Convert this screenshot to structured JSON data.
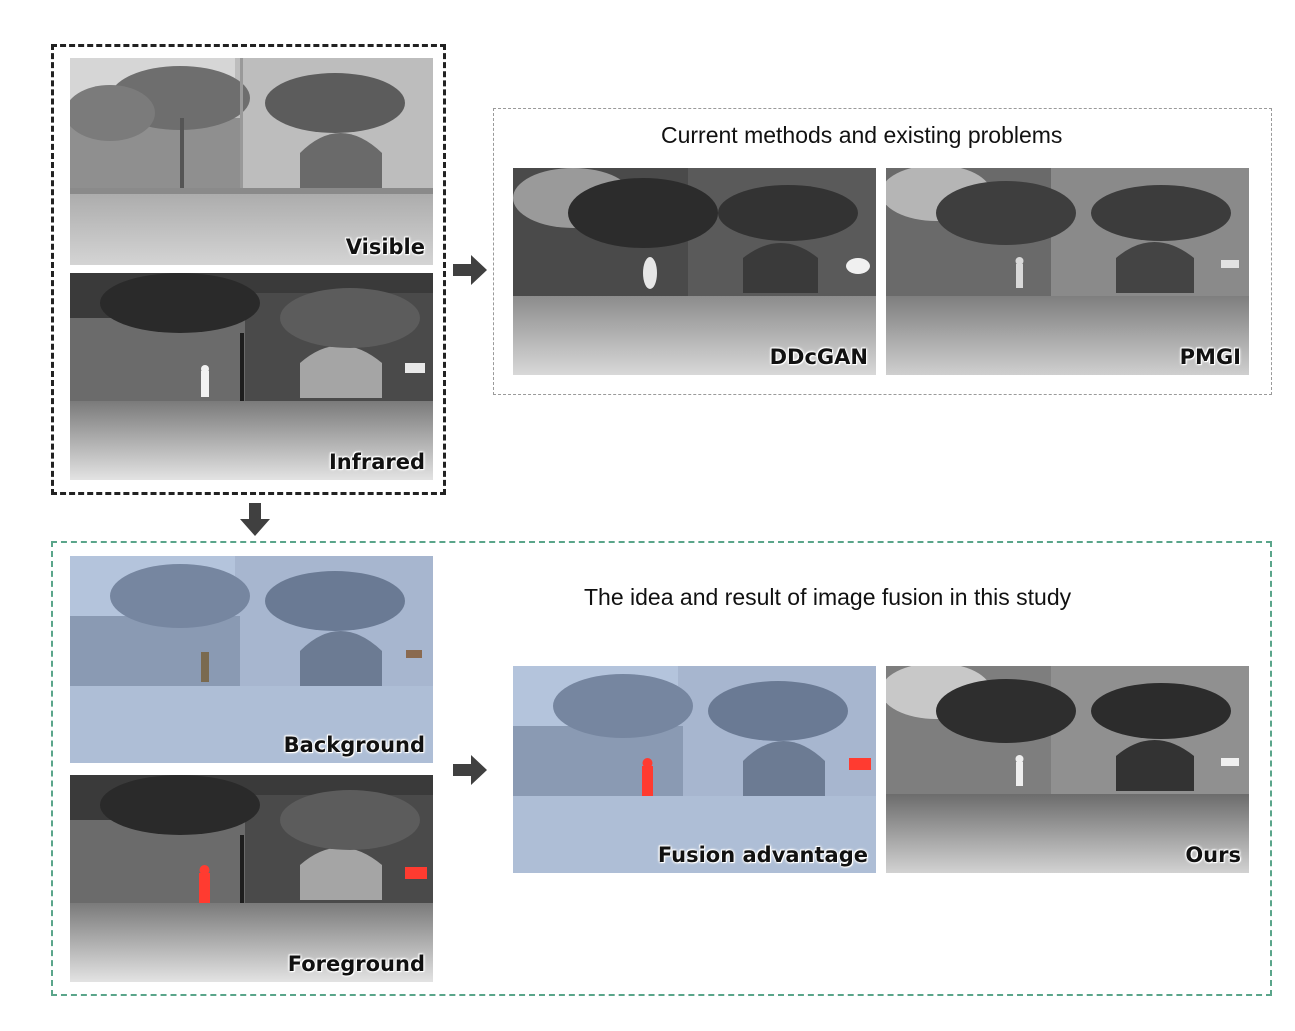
{
  "input_group": {
    "visible_label": "Visible",
    "infrared_label": "Infrared"
  },
  "problems_group": {
    "heading": "Current methods and existing problems",
    "ddcgan_label": "DDcGAN",
    "pmgi_label": "PMGI"
  },
  "study_group": {
    "heading": "The idea and result of image fusion in this study",
    "background_label": "Background",
    "foreground_label": "Foreground",
    "fusion_label": "Fusion advantage",
    "ours_label": "Ours"
  },
  "colors": {
    "input_border": "#222222",
    "problems_border": "#9a9a9a",
    "study_border": "#5aa58a",
    "arrow": "#404040",
    "highlight_red": "#ff3b30",
    "blue_tint": "#b4c4dc"
  }
}
